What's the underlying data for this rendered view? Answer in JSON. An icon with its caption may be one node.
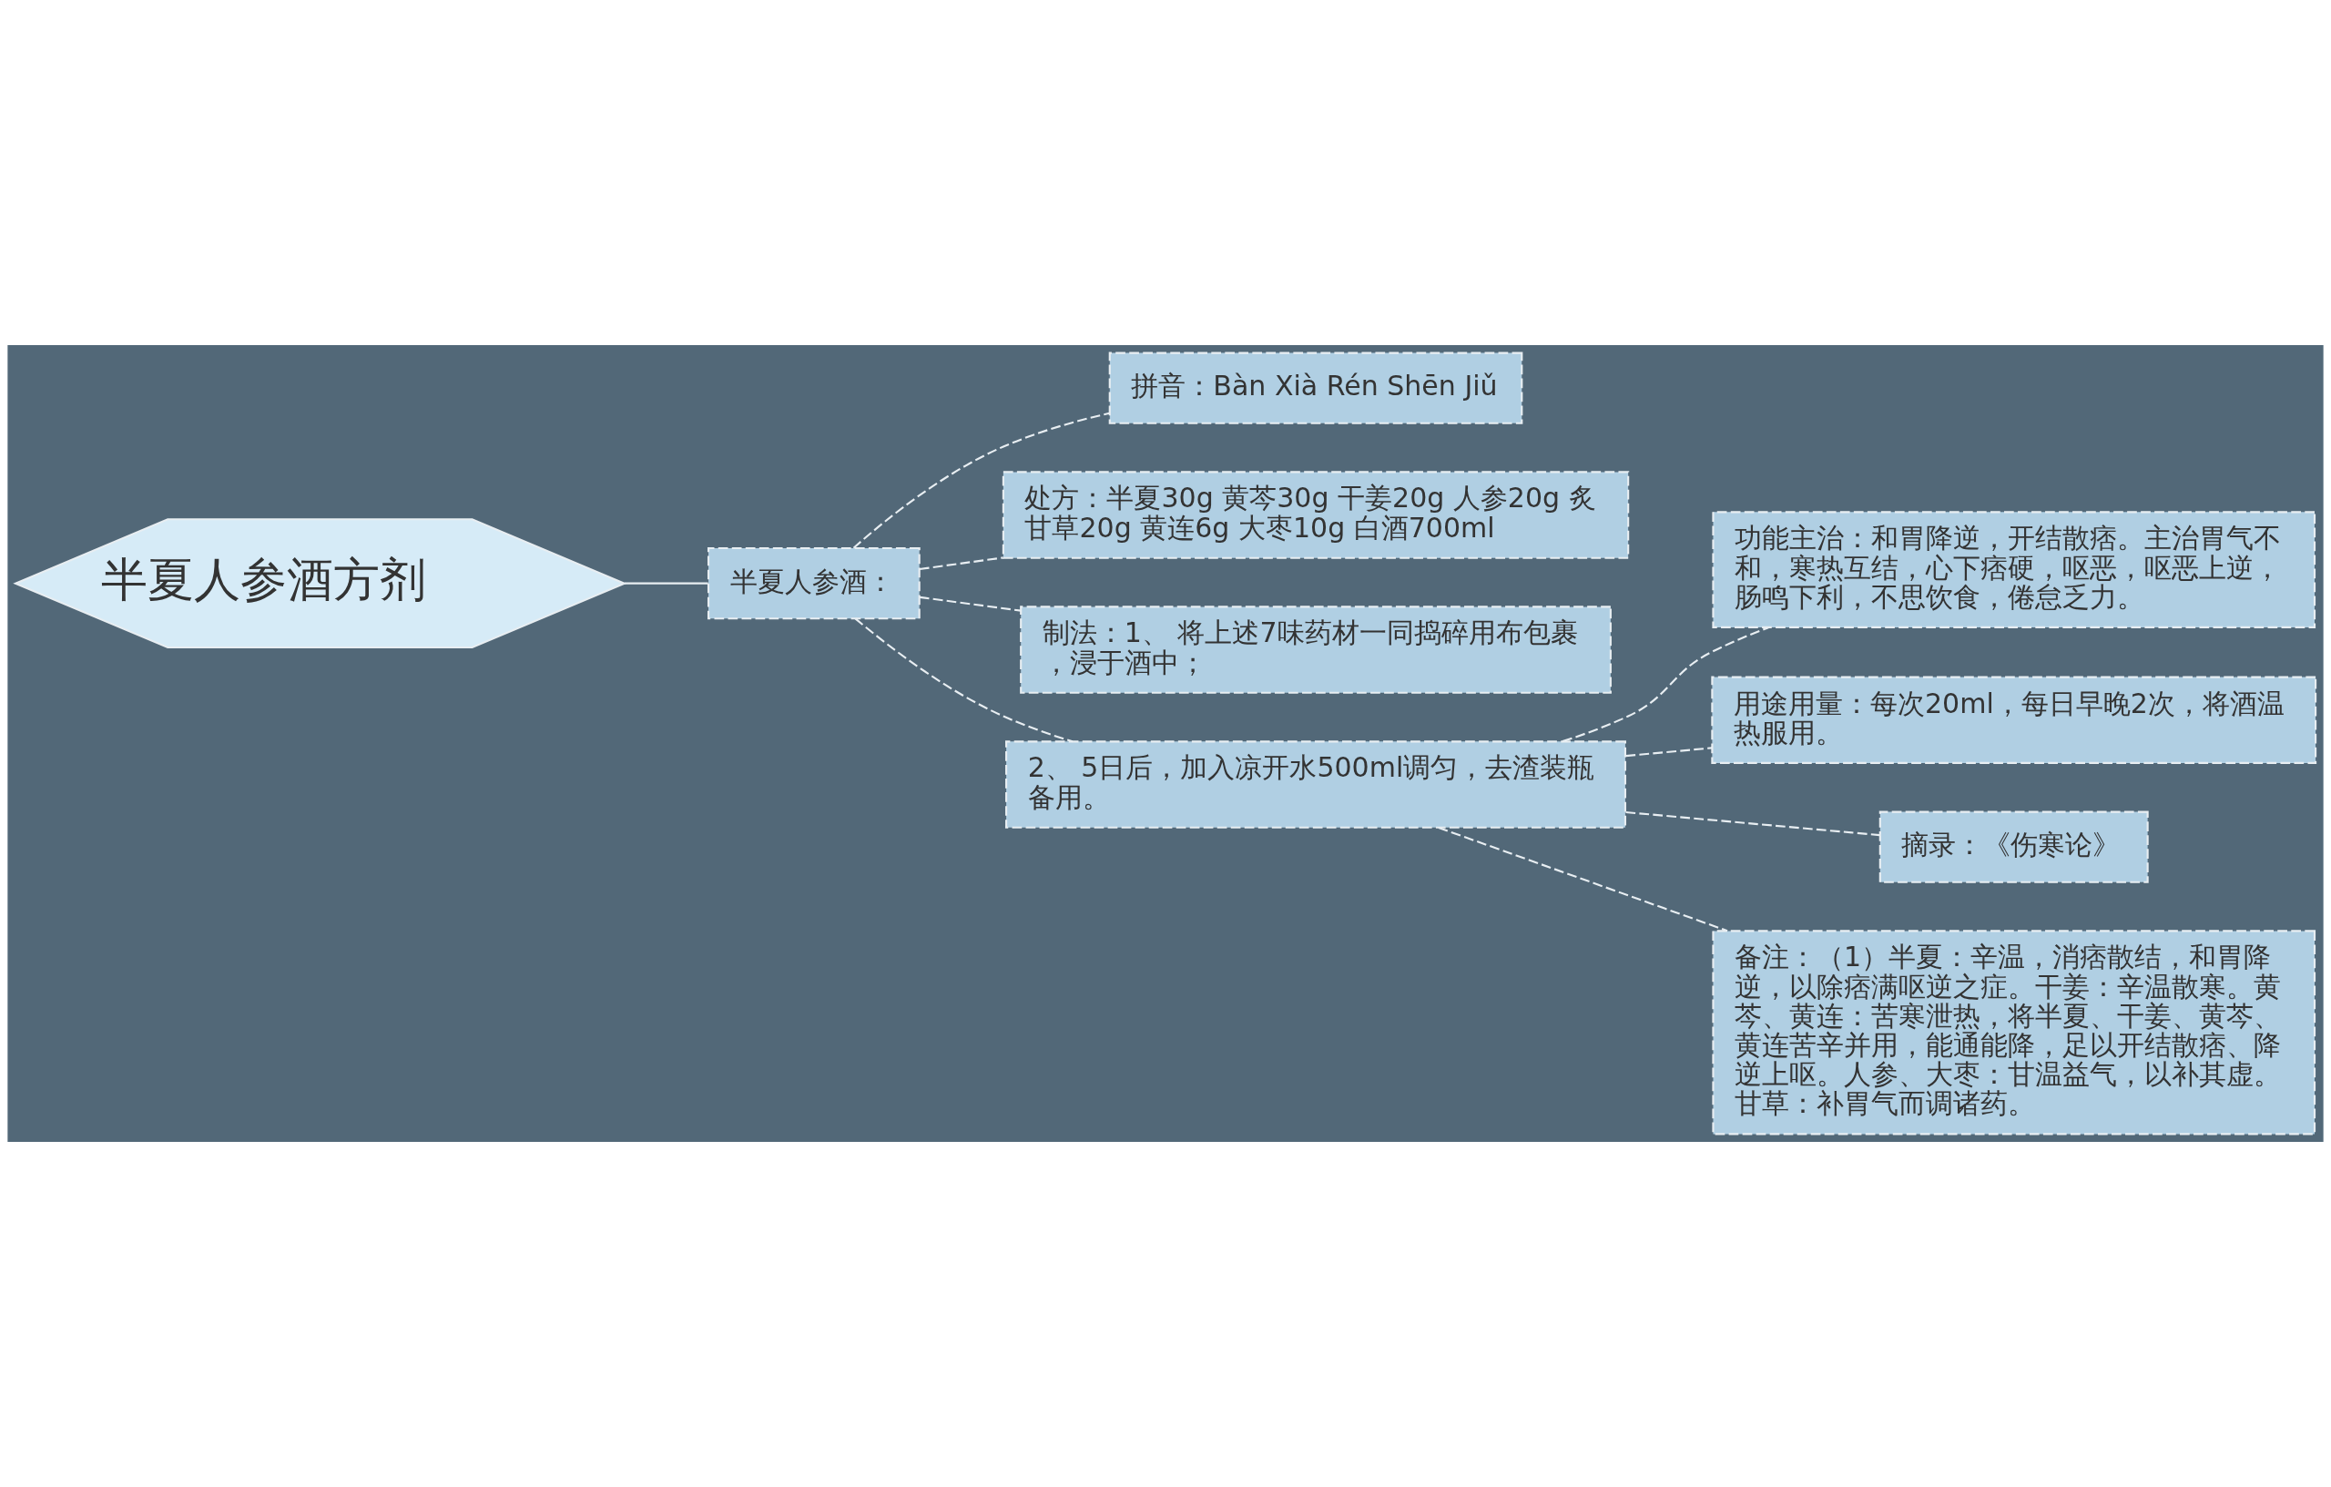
{
  "diagram": {
    "nodes": [
      {
        "text": [
          "半夏人参酒方剂"
        ]
      },
      {
        "text": [
          "半夏人参酒："
        ]
      },
      {
        "text": [
          "拼音：Bàn Xià Rén Shēn Jiǔ"
        ]
      },
      {
        "text": [
          "处方：半夏30g 黄芩30g 干姜20g 人参20g 炙甘草20g 黄连6g 大枣10g 白酒700ml"
        ]
      },
      {
        "text": [
          "制法：1、 将上述7味药材一同捣碎用布包裹，浸于酒中；"
        ]
      },
      {
        "text": [
          "2、 5日后，加入凉开水500ml调匀，去渣装瓶备用。"
        ]
      },
      {
        "text": [
          "功能主治：和胃降逆，开结散痞。主治胃气不和，寒热互结，心下痞硬，呕恶，呕恶上逆，肠鸣下利，不思饮食，倦怠乏力。"
        ]
      },
      {
        "text": [
          "用途用量：每次20ml，每日早晚2次，将酒温热服用。"
        ]
      },
      {
        "text": [
          "摘录：《伤寒论》"
        ]
      },
      {
        "text": [
          "备注：（1）半夏：辛温，消痞散结，和胃降逆，以除痞满呕逆之症。干姜：辛温散寒。黄芩、黄连：苦寒泄热，将半夏、干姜、黄芩、黄连苦辛并用，能通能降，足以开结散痞、降逆上呕。人参、大枣：甘温益气，以补其虚。甘草：补胃气而调诸药。"
        ]
      }
    ],
    "edges": [
      {
        "from": 0,
        "to": 1,
        "arrow": "none"
      },
      {
        "from": 1,
        "to": 2,
        "arrow": "none",
        "style": "dashed"
      },
      {
        "from": 1,
        "to": 3,
        "arrow": "none",
        "style": "dashed"
      },
      {
        "from": 1,
        "to": 4,
        "arrow": "none",
        "style": "dashed"
      },
      {
        "from": 1,
        "to": 5,
        "arrow": "none",
        "style": "dashed"
      },
      {
        "from": 5,
        "to": 6,
        "arrow": "none",
        "style": "dashed"
      },
      {
        "from": 5,
        "to": 7,
        "arrow": "none",
        "style": "dashed"
      },
      {
        "from": 5,
        "to": 8,
        "arrow": "none",
        "style": "dashed"
      },
      {
        "from": 5,
        "to": 9,
        "arrow": "none",
        "style": "dashed"
      }
    ]
  }
}
